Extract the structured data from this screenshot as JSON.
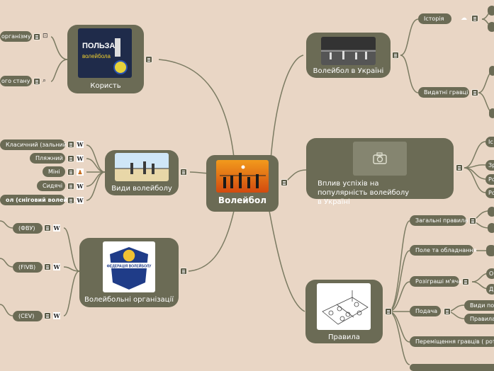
{
  "central": {
    "label": "Волейбол"
  },
  "branches": {
    "ukraine": {
      "label": "Волейбол в Україні",
      "children": [
        {
          "label": "Історія"
        },
        {
          "label": "Видатні гравці"
        }
      ]
    },
    "influence": {
      "label": "Вплив успіхів на популярність волейболу в Україні",
      "image_icon": "camera-icon"
    },
    "rules": {
      "label": "Правила",
      "children": [
        {
          "label": "Загальні правила"
        },
        {
          "label": "Поле та обладнання"
        },
        {
          "label": "Розіграші м'яча"
        },
        {
          "label": "Подача"
        },
        {
          "label": "Переміщення гравців ( ротація)"
        }
      ],
      "subchildren": [
        {
          "label": "Види пода"
        },
        {
          "label": "Правила п"
        }
      ]
    },
    "benefit": {
      "label": "Користь",
      "image_text": {
        "top": "ПОЛЬЗА",
        "bottom": "волейбола"
      },
      "children": [
        {
          "label": "організму"
        },
        {
          "label": "ого стану"
        }
      ]
    },
    "types": {
      "label": "Види волейболу",
      "children": [
        {
          "label": "Класичний (зальний)"
        },
        {
          "label": "Пляжний"
        },
        {
          "label": "Міні"
        },
        {
          "label": "Сидячі"
        },
        {
          "label": "ол (сніговий волейбол)"
        }
      ]
    },
    "orgs": {
      "label": "Волейбольні організації",
      "logo_text": "ФЕДЕРАЦІЯ ВОЛЕЙБОЛУ",
      "children": [
        {
          "label": "(ФВУ)"
        },
        {
          "label": "(FIVB)"
        },
        {
          "label": "(CEV)"
        }
      ]
    }
  },
  "edge_partials": {
    "right": [
      "Іс",
      "Зр",
      "Ро",
      "Ро",
      "О",
      "Д"
    ]
  },
  "icons": {
    "menu": "menu-icon",
    "wiki": "W",
    "colors": {
      "node": "#6b6b55",
      "background": "#e9d6c5",
      "link": "#7b7b62"
    }
  }
}
